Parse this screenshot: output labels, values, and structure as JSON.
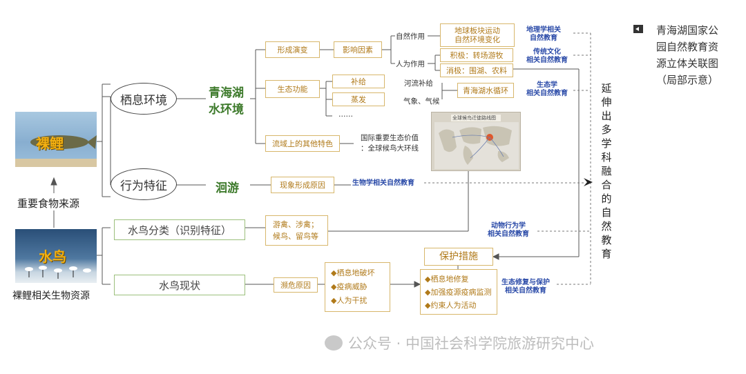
{
  "caption": {
    "lines": [
      "青海湖国家公",
      "园自然教育资",
      "源立体关联图",
      "（局部示意）"
    ]
  },
  "sources": {
    "fish_label": "裸鲤",
    "bird_label": "水鸟",
    "food_source": "重要食物来源",
    "resource_title": "裸鲤相关生物资源"
  },
  "nodes": {
    "habitat": "栖息环境",
    "behavior": "行为特征",
    "water_env_l1": "青海湖",
    "water_env_l2": "水环境",
    "migration": "洄游",
    "bird_class": "水鸟分类（识别特征）",
    "bird_status": "水鸟现状",
    "formation": "形成演变",
    "influence": "影响因素",
    "eco_function": "生态功能",
    "basin_features": "流域上的其他特色",
    "natural_action": "自然作用",
    "human_action": "人为作用",
    "tectonic_l1": "地球板块运动",
    "tectonic_l2": "自然环境变化",
    "positive": "积极：转场游牧",
    "negative": "消极：围湖、农料",
    "supply": "补给",
    "evaporation": "蒸发",
    "river_supply": "河流补给",
    "climate": "气象、气候",
    "ellipsis": "……",
    "lake_cycle": "青海湖水循环",
    "intl_value_l1": "国际重要生态价值",
    "intl_value_l2": "：全球候鸟大环线",
    "map_title": "全球候鸟迁徙路线图",
    "phenomenon_cause": "现象形成原因",
    "bird_types_l1": "游禽、涉禽；",
    "bird_types_l2": "候鸟、留鸟等",
    "endangered_cause": "濒危原因",
    "threat1": "◆栖息地破坏",
    "threat2": "◆疫病威胁",
    "threat3": "◆人为干扰",
    "protection": "保护措施",
    "measure1": "◆栖息地修复",
    "measure2": "◆加强疫源疫病监测",
    "measure3": "◆约束人为活动"
  },
  "education": {
    "geo_l1": "地理学相关",
    "geo_l2": "自然教育",
    "culture_l1": "传统文化",
    "culture_l2": "相关自然教育",
    "ecology_l1": "生态学",
    "ecology_l2": "相关自然教育",
    "biology": "生物学相关自然教育",
    "animal_l1": "动物行为学",
    "animal_l2": "相关自然教育",
    "restore_l1": "生态修复与保护",
    "restore_l2": "相关自然教育"
  },
  "extend": {
    "chars": [
      "延",
      "伸",
      "出",
      "多",
      "学",
      "科",
      "融",
      "合",
      "的",
      "自",
      "然",
      "教",
      "育"
    ]
  },
  "watermark": "公众号 · 中国社会科学院旅游研究中心",
  "colors": {
    "accent_green": "#3d7a2b",
    "box_yellow": "#d7b66a",
    "edu_blue": "#2a4aa8"
  }
}
